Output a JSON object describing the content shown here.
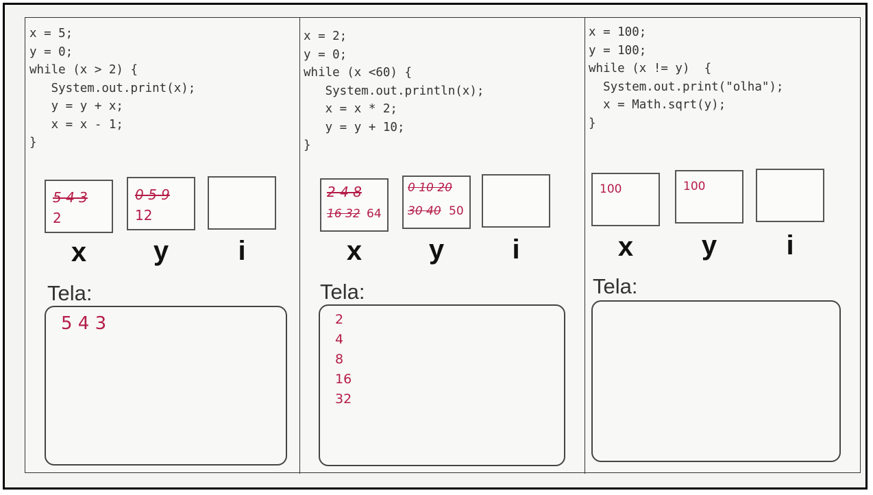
{
  "panels": [
    {
      "code": "x = 5;\ny = 0;\nwhile (x > 2) {\n   System.out.print(x);\n   y = y + x;\n   x = x - 1;\n}",
      "boxes": {
        "x": {
          "crossed": "5 4 3",
          "current": "2"
        },
        "y": {
          "crossed": "0 5 9",
          "current": "12"
        },
        "i": {
          "crossed": "",
          "current": ""
        }
      },
      "labels": [
        "x",
        "y",
        "i"
      ],
      "tela_label": "Tela:",
      "screen_output": [
        "5 4 3"
      ]
    },
    {
      "code": "x = 2;\ny = 0;\nwhile (x <60) {\n   System.out.println(x);\n   x = x * 2;\n   y = y + 10;\n}",
      "boxes": {
        "x": {
          "crossed": "2 4 8",
          "crossed2": "16 32",
          "current": "64"
        },
        "y": {
          "crossed": "0 10 20",
          "crossed2": "30 40",
          "current": "50"
        },
        "i": {
          "crossed": "",
          "current": ""
        }
      },
      "labels": [
        "x",
        "y",
        "i"
      ],
      "tela_label": "Tela:",
      "screen_output": [
        "2",
        "4",
        "8",
        "16",
        "32"
      ]
    },
    {
      "code": "x = 100;\ny = 100;\nwhile (x != y)  {\n  System.out.print(\"olha\");\n  x = Math.sqrt(y);\n}",
      "boxes": {
        "x": {
          "crossed": "",
          "current": "100"
        },
        "y": {
          "crossed": "",
          "current": "100"
        },
        "i": {
          "crossed": "",
          "current": ""
        }
      },
      "labels": [
        "x",
        "y",
        "i"
      ],
      "tela_label": "Tela:",
      "screen_output": []
    }
  ]
}
